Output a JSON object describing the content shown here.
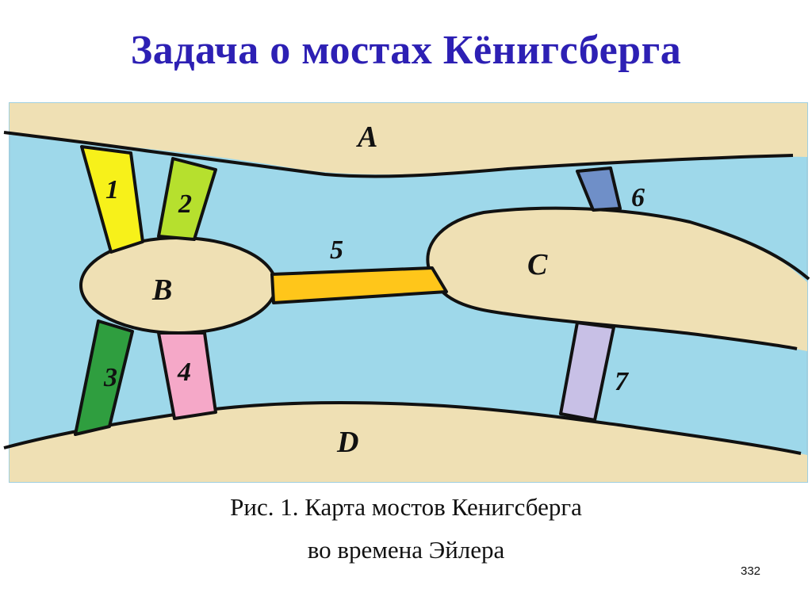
{
  "title": "Задача о мостах Кёнигсберга",
  "colors": {
    "title": "#2d20b4",
    "water": "#9ed8ea",
    "land": "#efe0b4",
    "bridge_1": "#f7f11a",
    "bridge_2": "#b6e02e",
    "bridge_3": "#2f9e3f",
    "bridge_4": "#f5a8c8",
    "bridge_5": "#ffc61a",
    "bridge_6": "#6f8fc8",
    "bridge_7": "#c8c0e6"
  },
  "map": {
    "land_labels": {
      "a": "A",
      "b": "B",
      "c": "C",
      "d": "D"
    },
    "bridge_labels": [
      "1",
      "2",
      "3",
      "4",
      "5",
      "6",
      "7"
    ]
  },
  "caption": {
    "line1": "Рис. 1. Карта мостов Кенигсберга",
    "line2": "во времена Эйлера"
  },
  "page_number": "332"
}
